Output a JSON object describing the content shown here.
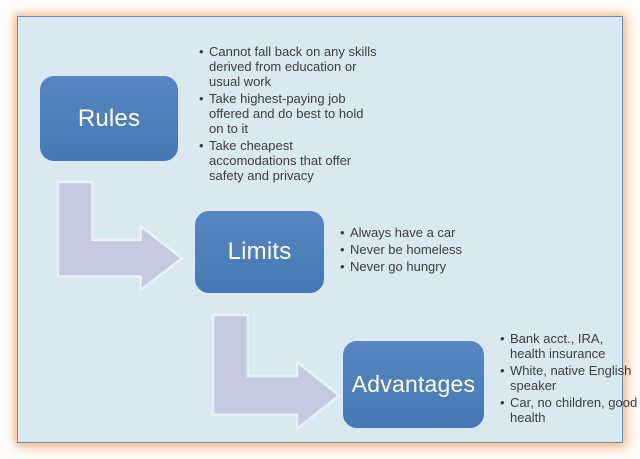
{
  "bullet_char": "•",
  "colors": {
    "canvas_background": "#d9e9f2",
    "canvas_border": "#6690ba",
    "node_fill": "#4d7fbb",
    "node_border": "#dce8f5",
    "node_text": "#ffffff",
    "arrow_fill": "#c4cbe0",
    "arrow_outline": "#eaeff8",
    "bullet_text": "#3d3d3d",
    "outer_glow": "#f2a566"
  },
  "diagram": {
    "nodes": [
      {
        "label": "Rules",
        "bullets": [
          "Cannot fall back on any skills\nderived from education or\nusual work",
          "Take highest-paying job\noffered and do best to hold\non to it",
          "Take cheapest\naccomodations that offer\nsafety and privacy"
        ]
      },
      {
        "label": "Limits",
        "bullets": [
          "Always have a car",
          "Never be homeless",
          "Never go hungry"
        ]
      },
      {
        "label": "Advantages",
        "bullets": [
          "Bank acct., IRA,\nhealth insurance",
          "White, native English\nspeaker",
          "Car, no children, good\nhealth"
        ]
      }
    ]
  }
}
